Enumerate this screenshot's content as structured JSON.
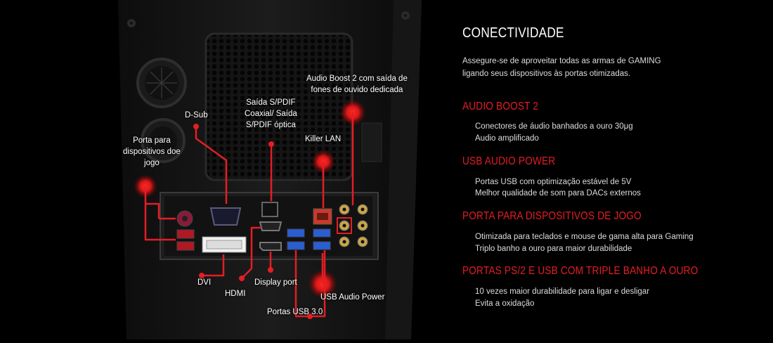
{
  "illustration": {
    "callouts": {
      "dsub": "D-Sub",
      "spdif": [
        "Saída S/PDIF",
        "Coaxial/ Saída",
        "S/PDIF óptica"
      ],
      "audio_boost": [
        "Audio Boost 2 com saída de",
        "fones de ouvido dedicada"
      ],
      "game_port": [
        "Porta para",
        "dispositivos doe",
        "jogo"
      ],
      "killer_lan": "Killer LAN",
      "dvi": "DVI",
      "hdmi": "HDMI",
      "display_port": "Display port",
      "usb3": "Portas USB 3.0",
      "usb_audio_power": "USB Audio Power"
    },
    "colors": {
      "accent": "#e51d25",
      "usb_blue": "#2a5fd1",
      "gold": "#c8a44a"
    }
  },
  "panel": {
    "title": "CONECTIVIDADE",
    "intro": "Assegure-se de aproveitar todas as armas de GAMING ligando seus dispositivos às portas otimizadas.",
    "sections": [
      {
        "heading": "AUDIO BOOST 2",
        "lines": [
          "Conectores de áudio banhados a ouro 30μg",
          "Audio amplificado"
        ]
      },
      {
        "heading": "USB AUDIO POWER",
        "lines": [
          "Portas USB com optimização estável de 5V",
          "Melhor qualidade de som para DACs externos"
        ]
      },
      {
        "heading": "PORTA PARA DISPOSITIVOS DE JOGO",
        "lines": [
          "Otimizada para teclados e mouse de gama alta para Gaming",
          "Triplo banho a ouro para maior durabilidade"
        ]
      },
      {
        "heading": "PORTAS PS/2 E USB COM TRIPLE BANHO A OURO",
        "lines": [
          "10 vezes maior durabilidade para ligar e desligar",
          "Evita a oxidação"
        ]
      }
    ]
  }
}
